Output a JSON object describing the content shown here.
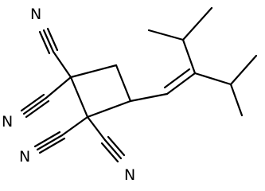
{
  "molecule": {
    "atom_labels": [
      {
        "id": "n1",
        "text": "N"
      },
      {
        "id": "n2",
        "text": "N"
      },
      {
        "id": "n3",
        "text": "N"
      },
      {
        "id": "n4",
        "text": "N"
      }
    ]
  }
}
